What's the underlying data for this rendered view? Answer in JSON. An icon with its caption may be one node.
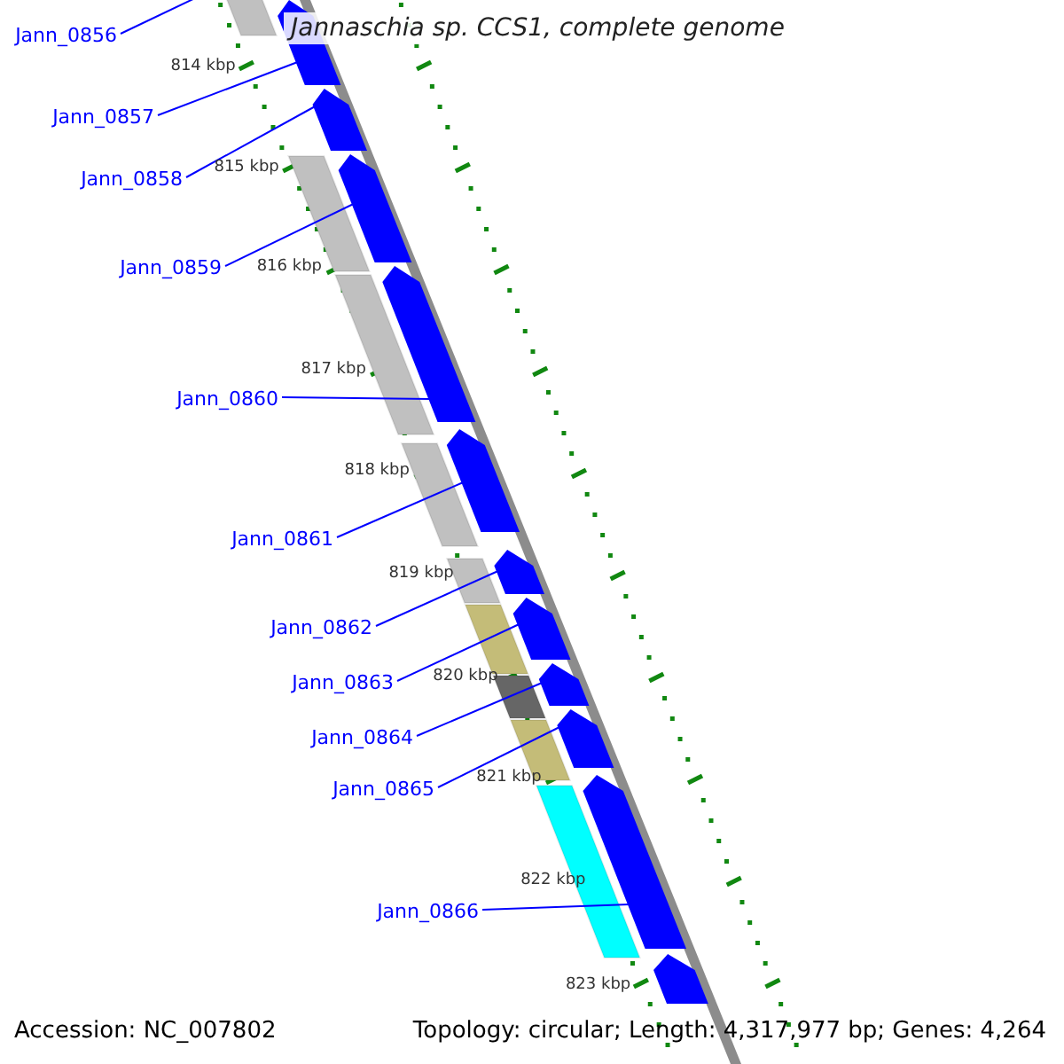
{
  "diagram": {
    "title": "Jannaschia sp. CCS1, complete genome",
    "nodes": [
      {
        "text": [
          "Jann_0856"
        ]
      },
      {
        "text": [
          "Jann_0857"
        ]
      },
      {
        "text": [
          "Jann_0858"
        ]
      },
      {
        "text": [
          "Jann_0859"
        ]
      },
      {
        "text": [
          "Jann_0860"
        ]
      },
      {
        "text": [
          "Jann_0861"
        ]
      },
      {
        "text": [
          "Jann_0862"
        ]
      },
      {
        "text": [
          "Jann_0863"
        ]
      },
      {
        "text": [
          "Jann_0864"
        ]
      },
      {
        "text": [
          "Jann_0865"
        ]
      },
      {
        "text": [
          "Jann_0866"
        ]
      },
      {
        "text": [],
        "shape": "arrow"
      },
      {
        "text": [],
        "shape": "arrow"
      },
      {
        "text": [],
        "shape": "arrow"
      },
      {
        "text": [],
        "shape": "arrow"
      },
      {
        "text": [],
        "shape": "arrow"
      },
      {
        "text": [],
        "shape": "arrow"
      },
      {
        "text": [],
        "shape": "arrow"
      },
      {
        "text": [],
        "shape": "arrow"
      },
      {
        "text": [],
        "shape": "arrow"
      },
      {
        "text": [],
        "shape": "arrow"
      },
      {
        "text": [],
        "shape": "arrow"
      }
    ],
    "edges": [
      {
        "from": 0,
        "to": null,
        "arrow": "none"
      },
      {
        "from": 1,
        "to": 11,
        "arrow": "none"
      },
      {
        "from": 2,
        "to": 12,
        "arrow": "none"
      },
      {
        "from": 3,
        "to": 13,
        "arrow": "none"
      },
      {
        "from": 4,
        "to": 14,
        "arrow": "none"
      },
      {
        "from": 5,
        "to": 15,
        "arrow": "none"
      },
      {
        "from": 6,
        "to": 16,
        "arrow": "none"
      },
      {
        "from": 7,
        "to": 17,
        "arrow": "none"
      },
      {
        "from": 8,
        "to": 18,
        "arrow": "none"
      },
      {
        "from": 9,
        "to": 19,
        "arrow": "none"
      },
      {
        "from": 10,
        "to": 20,
        "arrow": "none"
      }
    ],
    "labels": [
      "814 kbp",
      "815 kbp",
      "816 kbp",
      "817 kbp",
      "818 kbp",
      "819 kbp",
      "820 kbp",
      "821 kbp",
      "822 kbp",
      "823 kbp",
      "Accession: NC_007802",
      "Topology: circular; Length: 4,317,977 bp; Genes: 4,264"
    ]
  }
}
